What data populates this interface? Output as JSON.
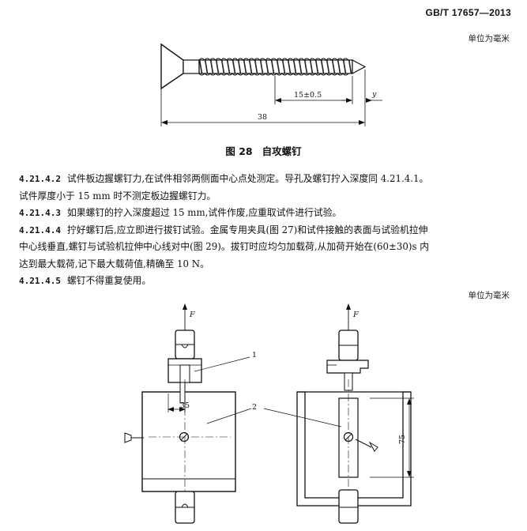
{
  "header": {
    "standard": "GB/T 17657—2013"
  },
  "figure28": {
    "unit_label": "单位为毫米",
    "dim_thread": "15±0.5",
    "dim_total": "38",
    "dim_y": "y",
    "caption_number": "图 28",
    "caption_title": "自攻螺钉"
  },
  "paragraphs": [
    {
      "num": "4.21.4.2",
      "text": "试件板边握螺钉力,在试件相邻两侧面中心点处测定。导孔及螺钉拧入深度同 4.21.4.1。",
      "cont": "试件厚度小于 15 mm 时不测定板边握螺钉力。"
    },
    {
      "num": "4.21.4.3",
      "text": "如果螺钉的拧入深度超过 15 mm,试件作废,应重取试件进行试验。"
    },
    {
      "num": "4.21.4.4",
      "text": "拧好螺钉后,应立即进行拔钉试验。金属专用夹具(图 27)和试件接触的表面与试验机拉伸",
      "cont": "中心线垂直,螺钉与试验机拉伸中心线对中(图 29)。拔钉时应均匀加载荷,从加荷开始在(60±30)s 内",
      "cont2": "达到最大载荷,记下最大载荷值,精确至 10 N。"
    },
    {
      "num": "4.21.4.5",
      "text": "螺钉不得重复使用。"
    }
  ],
  "figure29": {
    "unit_label": "单位为毫米",
    "force_label_left": "F",
    "force_label_right": "F",
    "callout_1": "1",
    "callout_2": "2",
    "dim_width": "35",
    "dim_height": "75"
  }
}
